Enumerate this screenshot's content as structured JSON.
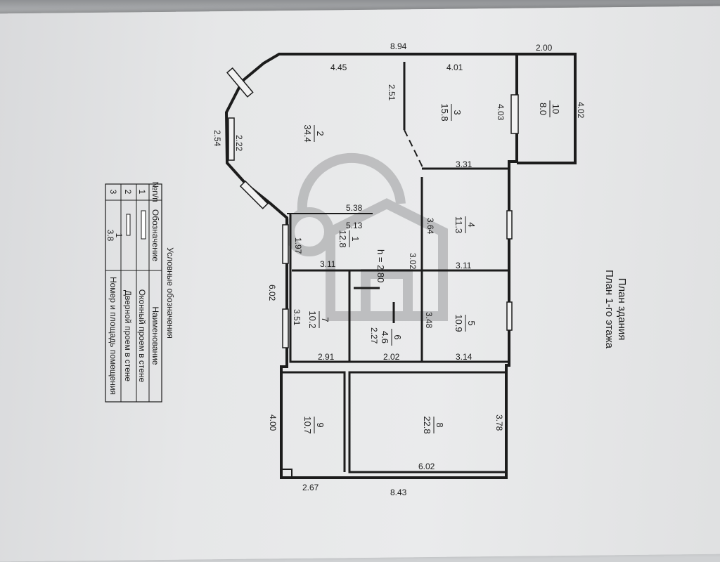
{
  "plan": {
    "title": "План здания",
    "subtitle": "План 1-го этажа",
    "height_label": "h = 2.80"
  },
  "legend": {
    "title": "Условные обозначения",
    "headers": [
      "№п/п",
      "Обозначение",
      "Наименование"
    ],
    "rows": [
      {
        "num": "1",
        "name": "Оконный проем в стене"
      },
      {
        "num": "2",
        "name": "Дверной проем в стене"
      },
      {
        "num": "3",
        "name": "Номер и площадь помещения",
        "symbol_top": "1",
        "symbol_bottom": "3.8"
      }
    ]
  },
  "rooms": [
    {
      "num": "1",
      "area": "12.8"
    },
    {
      "num": "2",
      "area": "34.4"
    },
    {
      "num": "3",
      "area": "15.8"
    },
    {
      "num": "4",
      "area": "11.3"
    },
    {
      "num": "5",
      "area": "10.9"
    },
    {
      "num": "6",
      "area": "4.6"
    },
    {
      "num": "7",
      "area": "10.2"
    },
    {
      "num": "8",
      "area": "22.8"
    },
    {
      "num": "9",
      "area": "10.7"
    },
    {
      "num": "10",
      "area": "8.0"
    }
  ],
  "dimensions": [
    "8.94",
    "2.00",
    "4.45",
    "4.01",
    "4.02",
    "2.51",
    "4.03",
    "2.54",
    "2.22",
    "3.31",
    "5.38",
    "5.13",
    "3.64",
    "1.97",
    "3.02",
    "3.11",
    "3.11",
    "6.02",
    "3.51",
    "3.48",
    "2.27",
    "2.91",
    "2.02",
    "3.14",
    "4.00",
    "3.78",
    "6.02",
    "2.67",
    "8.43"
  ],
  "colors": {
    "ink": "#1c1c1c",
    "paper": "#e6e7e8",
    "watermark": "#9a9b9d"
  }
}
